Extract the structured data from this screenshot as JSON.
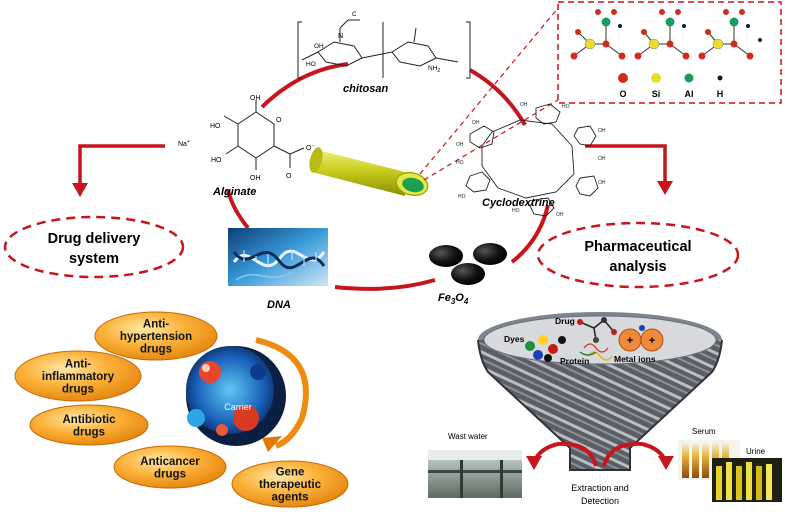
{
  "title": "",
  "molecules": {
    "chitosan": "chitosan",
    "alginate": "Alginate",
    "cyclodextrine": "Cyclodextrine",
    "dna": "DNA",
    "fe3o4_main": "Fe",
    "fe3o4_sub3": "3",
    "fe3o4_o": "O",
    "fe3o4_sub4": "4",
    "alginate_na": "Na",
    "alginate_na_sup": "+",
    "chitosan_n": "N",
    "chitosan_nh2": "NH",
    "chitosan_nh2_sub": "2",
    "chitosan_oh": "OH",
    "chitosan_ho": "HO",
    "alginate_oh": "OH",
    "alginate_ho": "HO",
    "alginate_o": "O",
    "alginate_ominus": "O",
    "alginate_minus": "−"
  },
  "legend": {
    "items": [
      {
        "label": "O",
        "color": "#d42a1e"
      },
      {
        "label": "Si",
        "color": "#e9df2a"
      },
      {
        "label": "Al",
        "color": "#1c9a5c"
      },
      {
        "label": "H",
        "color": "#1b1b1b"
      }
    ]
  },
  "drug_delivery": {
    "label_line1": "Drug delivery",
    "label_line2": "system",
    "carrier": "Carrier",
    "chips": [
      {
        "line1": "Anti-",
        "line2": "hypertension",
        "line3": "drugs"
      },
      {
        "line1": "Anti-",
        "line2": "inflammatory",
        "line3": "drugs"
      },
      {
        "line1": "Antibiotic",
        "line2": "drugs",
        "line3": ""
      },
      {
        "line1": "Anticancer",
        "line2": "drugs",
        "line3": ""
      },
      {
        "line1": "Gene",
        "line2": "therapeutic",
        "line3": "agents"
      }
    ]
  },
  "pharma": {
    "label_line1": "Pharmaceutical",
    "label_line2": "analysis",
    "funnel_labels": {
      "drug": "Drug",
      "dyes": "Dyes",
      "protein": "Protein",
      "metal_ions": "Metal ions"
    },
    "waste_water": "Wast water",
    "serum": "Serum",
    "urine": "Urine",
    "extraction_line1": "Extraction and",
    "extraction_line2": "Detection"
  },
  "colors": {
    "accent_red": "#c8141d",
    "chip_orange": "#f28a10",
    "chip_light": "#ffd37a"
  }
}
